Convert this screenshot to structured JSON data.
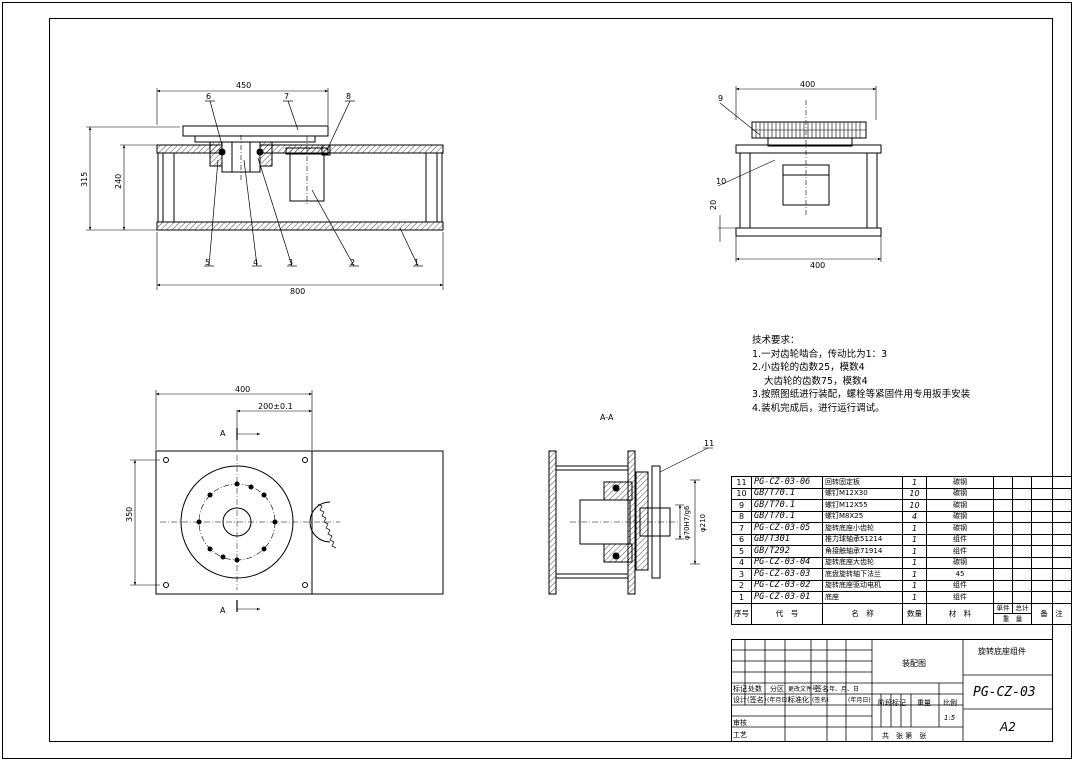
{
  "views": {
    "front": {
      "dim_width_top": "450",
      "dim_width_bottom": "800",
      "dim_height_total": "315",
      "dim_height_inner": "240",
      "balloons_top": [
        "6",
        "7",
        "8"
      ],
      "balloons_bottom": [
        "5",
        "4",
        "3",
        "2",
        "1"
      ]
    },
    "side": {
      "dim_top": "400",
      "dim_bottom": "400",
      "dim_small": "20",
      "balloons": [
        "9",
        "10"
      ]
    },
    "plan": {
      "dim_width": "400",
      "dim_offset": "200±0.1",
      "dim_height": "350",
      "section_mark": "A"
    },
    "section": {
      "title": "A-A",
      "balloon": "11",
      "dim_bore": "φ70H7/g6",
      "dim_outer": "φ210"
    }
  },
  "tech_requirements": {
    "title": "技术要求：",
    "items": [
      "1.一对齿轮啮合，传动比为1：3",
      "2.小齿轮的齿数25，模数4",
      "大齿轮的齿数75，模数4",
      "3.按照图纸进行装配，螺栓等紧固件用专用扳手安装",
      "4.装机完成后，进行运行调试。"
    ]
  },
  "bom": {
    "header": {
      "no": "序号",
      "code": "代　号",
      "name": "名　称",
      "qty": "数量",
      "material": "材　料",
      "unit": "单件",
      "total": "总计",
      "weight": "重　量",
      "remark": "备　注"
    },
    "rows": [
      {
        "no": "11",
        "code": "PG-CZ-03-06",
        "name": "回转固定板",
        "qty": "1",
        "material": "碳钢"
      },
      {
        "no": "10",
        "code": "GB/T70.1",
        "name": "螺钉M12X30",
        "qty": "10",
        "material": "碳钢"
      },
      {
        "no": "9",
        "code": "GB/T70.1",
        "name": "螺钉M12X55",
        "qty": "10",
        "material": "碳钢"
      },
      {
        "no": "8",
        "code": "GB/T70.1",
        "name": "螺钉M8X25",
        "qty": "4",
        "material": "碳钢"
      },
      {
        "no": "7",
        "code": "PG-CZ-03-05",
        "name": "旋转底座小齿轮",
        "qty": "1",
        "material": "碳钢"
      },
      {
        "no": "6",
        "code": "GB/T301",
        "name": "推力球轴承51214",
        "qty": "1",
        "material": "组件"
      },
      {
        "no": "5",
        "code": "GB/T292",
        "name": "角接触轴承71914",
        "qty": "1",
        "material": "组件"
      },
      {
        "no": "4",
        "code": "PG-CZ-03-04",
        "name": "旋转底座大齿轮",
        "qty": "1",
        "material": "碳钢"
      },
      {
        "no": "3",
        "code": "PG-CZ-03-03",
        "name": "底盘旋转轴下法兰",
        "qty": "1",
        "material": "45"
      },
      {
        "no": "2",
        "code": "PG-CZ-03-02",
        "name": "旋转底座驱动电机",
        "qty": "1",
        "material": "组件"
      },
      {
        "no": "1",
        "code": "PG-CZ-03-01",
        "name": "底座",
        "qty": "1",
        "material": "组件"
      }
    ]
  },
  "title_block": {
    "drawing_type": "装配图",
    "part_name": "旋转底座组件",
    "drawing_no": "PG-CZ-03",
    "sheet_size": "A2",
    "scale": "1:5",
    "row_labels": [
      "标记",
      "处数",
      "分区",
      "更改文件号",
      "签名",
      "年、月、日"
    ],
    "design_row": [
      "设计",
      "(签名)",
      "(年月日)",
      "标准化",
      "(签名)",
      "(年月日)"
    ],
    "stage_label": "阶段标记",
    "weight_label": "重量",
    "scale_label": "比例",
    "review": "审核",
    "process": "工艺",
    "sheets": "共　张 第　张"
  }
}
